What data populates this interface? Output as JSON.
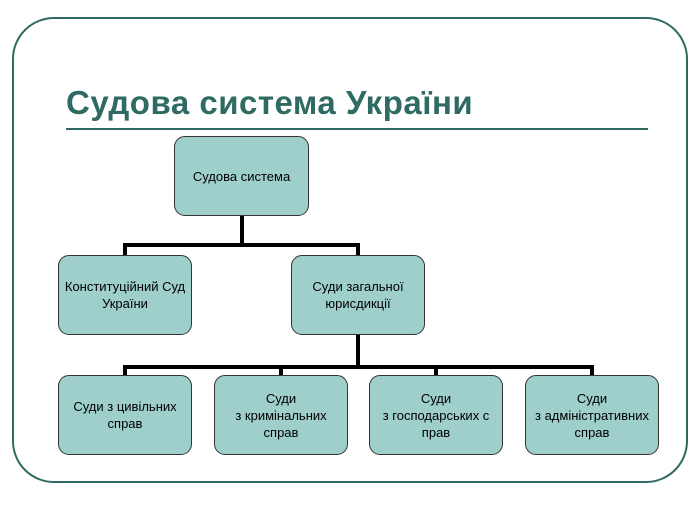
{
  "title": "Судова система України",
  "colors": {
    "accent": "#2f6a63",
    "node_fill": "#9ecfcb",
    "node_border": "#333333",
    "connector": "#000000"
  },
  "diagram": {
    "root": "Судова система",
    "level1": [
      "Конституційний Суд\nУкраїни",
      "Суди загальної\nюрисдикції"
    ],
    "level2": [
      "Суди з цивільних\nсправ",
      "Суди\nз кримінальних\nсправ",
      "Суди\nз господарських с\nправ",
      "Суди\nз адміністративних\nсправ"
    ]
  }
}
